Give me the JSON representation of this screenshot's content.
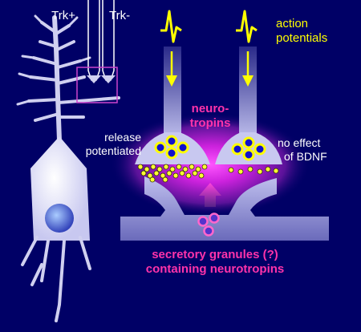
{
  "labels": {
    "trk_plus": "Trk+",
    "trk_minus": "Trk-",
    "action_potentials_line1": "action",
    "action_potentials_line2": "potentials",
    "neurotropins_line1": "neuro-",
    "neurotropins_line2": "tropins",
    "release_line1": "release",
    "release_line2": "potentiated",
    "no_effect_line1": "no effect",
    "no_effect_line2": "of BDNF",
    "secretory_line1": "secretory granules (?)",
    "secretory_line2": "containing neurotropins"
  },
  "colors": {
    "background": "#000066",
    "neuron": "#d0d0f0",
    "waveform": "#ffff00",
    "neurotropin_text": "#ff33aa",
    "granule_fill": "#ffff33",
    "vesicle_fill": "#1111cc",
    "secretory_fill": "#5533cc",
    "label_text": "#ffffff",
    "selection_box": "#cc44cc"
  },
  "icons": {
    "action_potential": "spike-waveform-icon",
    "arrow": "down-arrow-icon"
  }
}
